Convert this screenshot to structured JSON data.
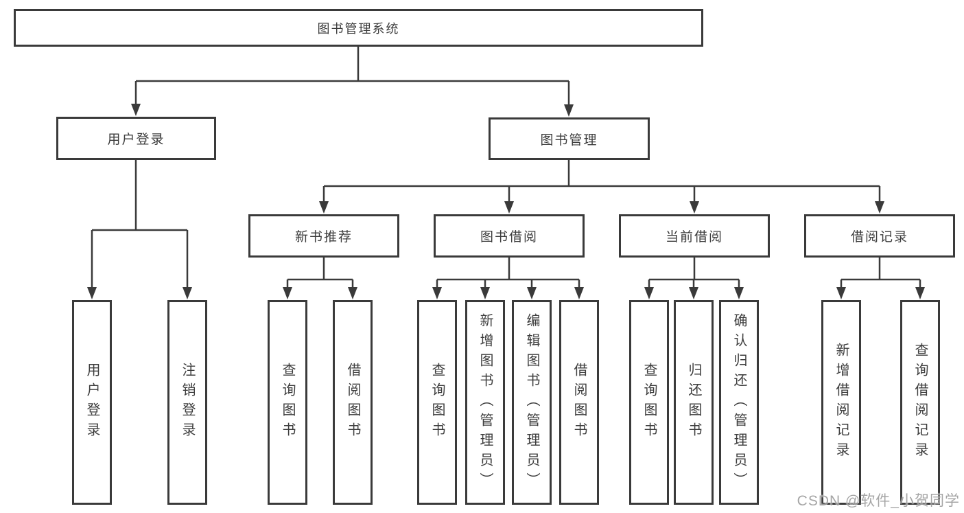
{
  "tree": {
    "root": {
      "label": "图书管理系统"
    },
    "children": [
      {
        "label": "用户登录",
        "children": [
          {
            "label": "用户登录"
          },
          {
            "label": "注销登录"
          }
        ]
      },
      {
        "label": "图书管理",
        "children": [
          {
            "label": "新书推荐",
            "children": [
              {
                "label": "查询图书"
              },
              {
                "label": "借阅图书"
              }
            ]
          },
          {
            "label": "图书借阅",
            "children": [
              {
                "label": "查询图书"
              },
              {
                "label": "新增图书（管理员）"
              },
              {
                "label": "编辑图书（管理员）"
              },
              {
                "label": "借阅图书"
              }
            ]
          },
          {
            "label": "当前借阅",
            "children": [
              {
                "label": "查询图书"
              },
              {
                "label": "归还图书"
              },
              {
                "label": "确认归还（管理员）"
              }
            ]
          },
          {
            "label": "借阅记录",
            "children": [
              {
                "label": "新增借阅记录"
              },
              {
                "label": "查询借阅记录"
              }
            ]
          }
        ]
      }
    ]
  },
  "watermark": {
    "text": "CSDN @软件_小贺同学"
  },
  "colors": {
    "line": "#3a3a3a",
    "text": "#3d3d3d",
    "box_background": "#ffffff",
    "watermark": "#9c9c9c",
    "background": "#ffffff"
  }
}
